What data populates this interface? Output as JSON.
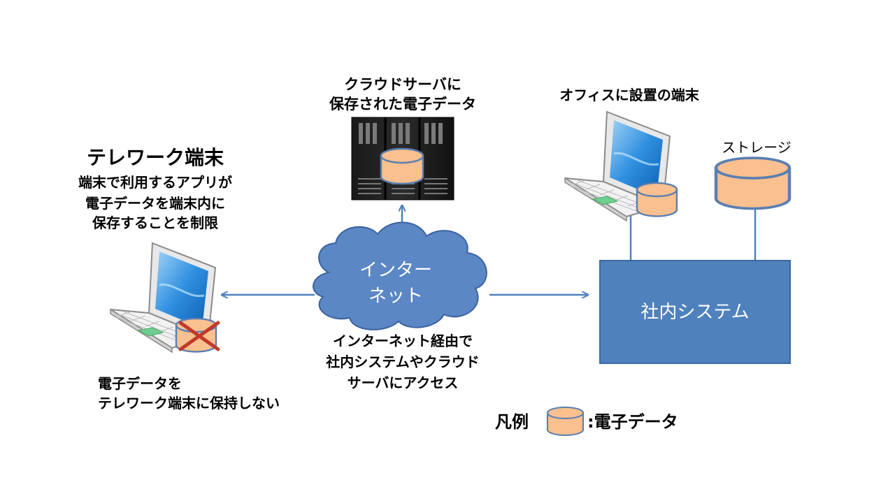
{
  "telework": {
    "title": "テレワーク端末",
    "desc_lines": [
      "端末で利用するアプリが",
      "電子データを端末内に",
      "保存することを制限"
    ],
    "note_lines": [
      "電子データを",
      "テレワーク端末に保持しない"
    ]
  },
  "cloud": {
    "label_lines": [
      "クラウドサーバに",
      "保存された電子データ"
    ]
  },
  "internet": {
    "label_lines": [
      "インター",
      "ネット"
    ],
    "note_lines": [
      "インターネット経由で",
      "社内システムやクラウド",
      "サーバにアクセス"
    ]
  },
  "office": {
    "terminal_label": "オフィスに設置の端末",
    "storage_label": "ストレージ",
    "system_label": "社内システム"
  },
  "legend": {
    "title": "凡例",
    "item_label": ":電子データ"
  },
  "colors": {
    "line": "#4f81bd",
    "box_fill": "#4f81bd",
    "box_stroke": "#3a6a9e",
    "cloud_fill": "#5b87c4",
    "data_fill": "#fac090",
    "data_stroke": "#5a7fb0",
    "cross": "#c0392b",
    "screen": "#1f7fd0"
  }
}
